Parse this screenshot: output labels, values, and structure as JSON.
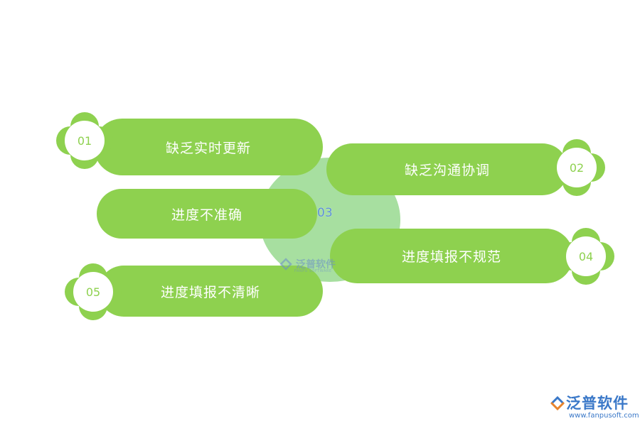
{
  "center": {
    "number": "03"
  },
  "items": [
    {
      "number": "01",
      "label": "缺乏实时更新"
    },
    {
      "number": "02",
      "label": "缺乏沟通协调"
    },
    {
      "number": "03",
      "label": "进度不准确"
    },
    {
      "number": "04",
      "label": "进度填报不规范"
    },
    {
      "number": "05",
      "label": "进度填报不清晰"
    }
  ],
  "watermark": {
    "text": "泛普软件",
    "sub": "FANPU SOFTWARE"
  },
  "logo": {
    "text": "泛普软件",
    "url": "www.fanpusoft.com"
  },
  "colors": {
    "green": "#8ed14f",
    "light_green": "#a7dfa0",
    "blue": "#3a78c8"
  }
}
